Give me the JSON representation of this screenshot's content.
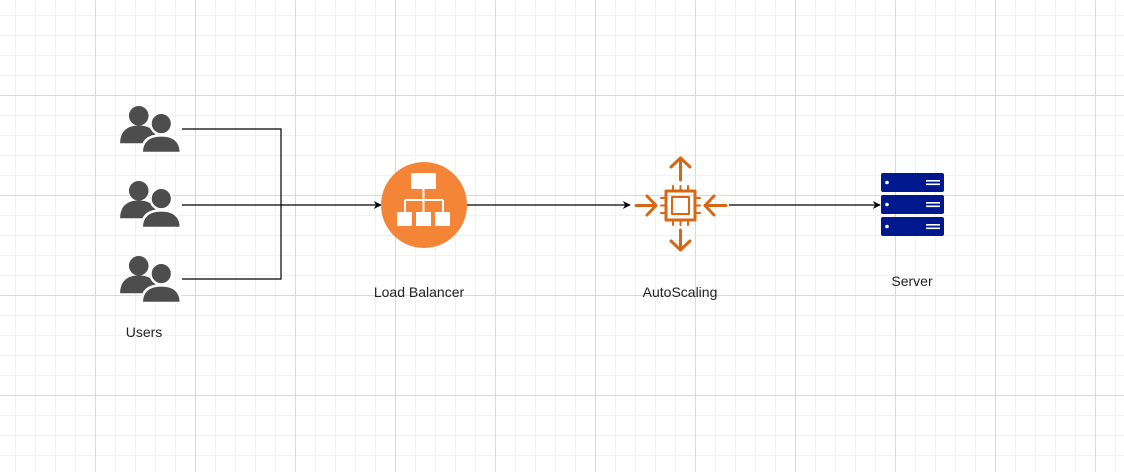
{
  "labels": {
    "users": "Users",
    "load_balancer": "Load Balancer",
    "autoscaling": "AutoScaling",
    "server": "Server"
  },
  "icons": {
    "users": "users-group-icon",
    "load_balancer": "aws-load-balancer-icon",
    "autoscaling": "aws-autoscaling-icon",
    "server": "server-rack-icon"
  },
  "colors": {
    "users_icon": "#4d4d4d",
    "load_balancer": "#f58536",
    "autoscaling": "#d86613",
    "server": "#00188d",
    "connector": "#000000",
    "grid_major": "#d9d9d9",
    "grid_minor": "#f1f1f1"
  }
}
